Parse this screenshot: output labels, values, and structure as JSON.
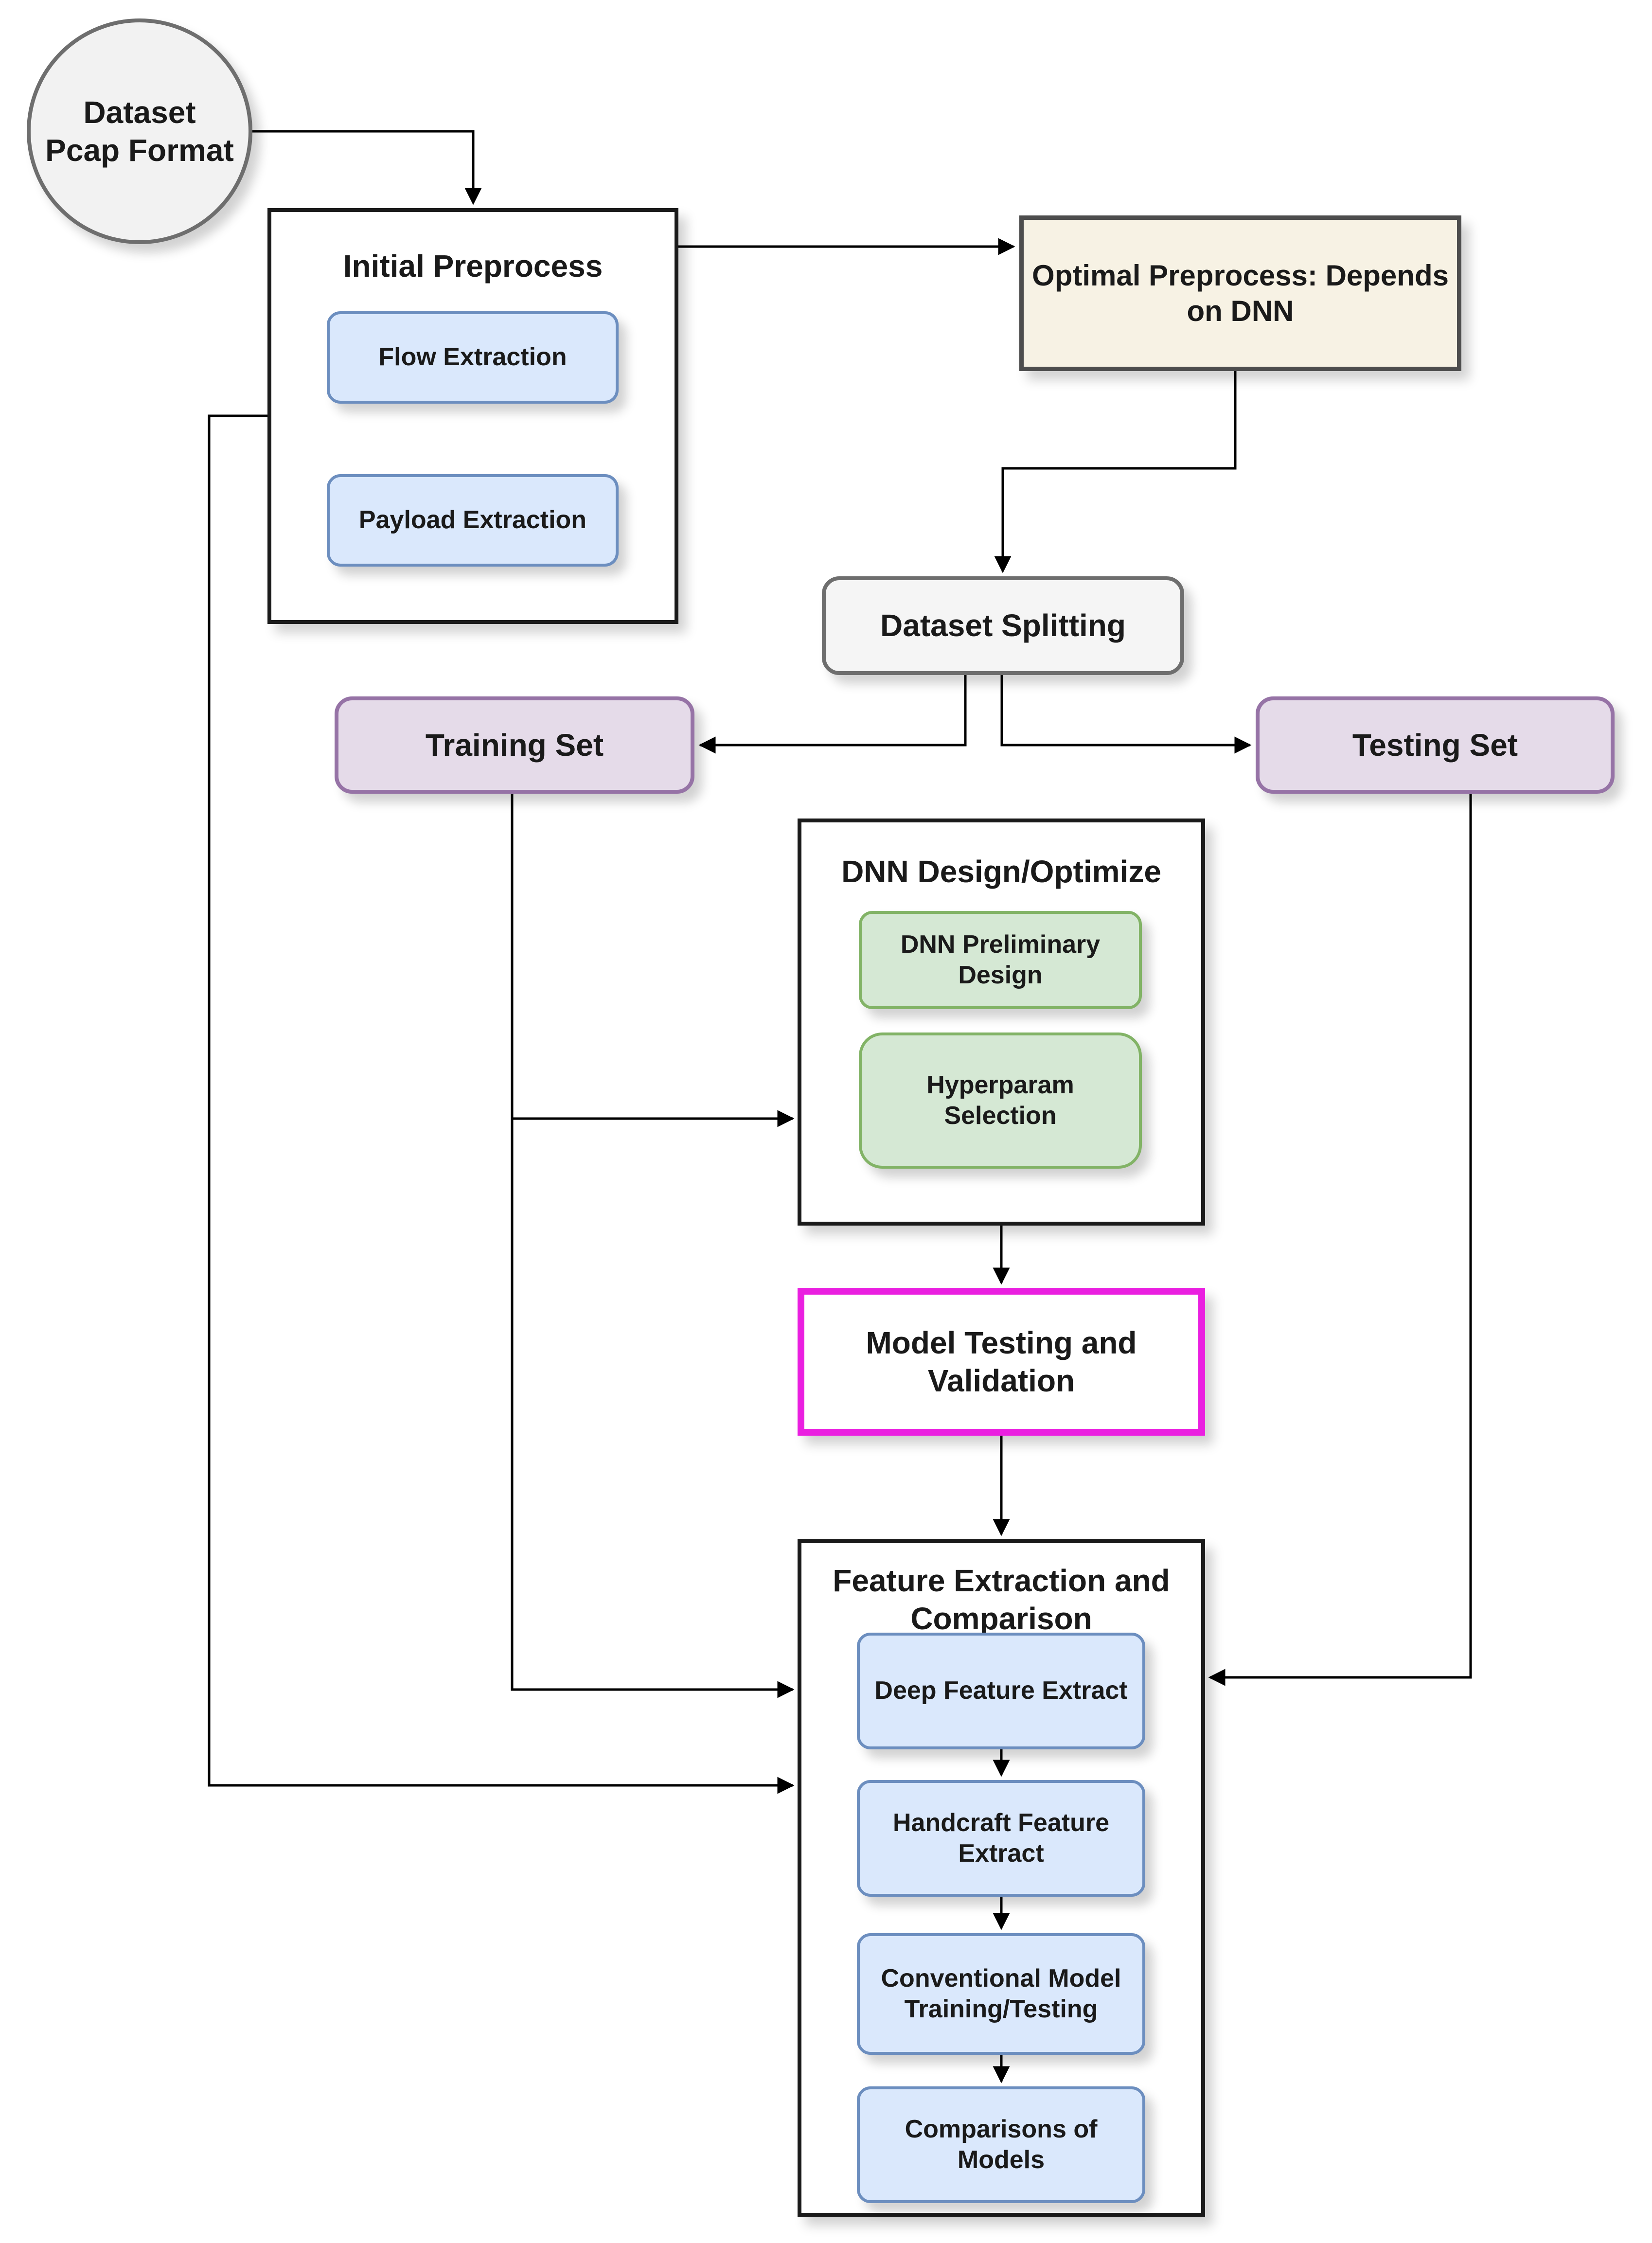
{
  "diagram_title": "DNN traffic-classification workflow flowchart",
  "colors": {
    "edge": "#000000",
    "text": "#1a1a1a",
    "node-border-dark": "#1a1a1a",
    "gray-border": "#6e6e6e",
    "gray-fill": "#f2f2f2",
    "light-gray-fill": "#f5f5f5",
    "blue-fill": "#dae8fc",
    "blue-border": "#6c8ebf",
    "green-fill": "#d5e8d4",
    "green-border": "#82b366",
    "purple-fill": "#e5dbe9",
    "purple-border": "#9673a6",
    "cream-fill": "#f7f2e4",
    "cream-border": "#4d4d4d",
    "magenta-border": "#ea1fe0"
  },
  "nodes": {
    "dataset_pcap": {
      "label": "Dataset Pcap Format"
    },
    "initial_preprocess": {
      "title": "Initial  Preprocess"
    },
    "flow_extraction": {
      "label": "Flow Extraction"
    },
    "payload_extraction": {
      "label": "Payload Extraction"
    },
    "optimal_preprocess": {
      "lines": [
        "Optimal Preprocess: Depends",
        "on DNN"
      ]
    },
    "dataset_splitting": {
      "label": "Dataset Splitting"
    },
    "training_set": {
      "label": "Training Set"
    },
    "testing_set": {
      "label": "Testing Set"
    },
    "dnn_design": {
      "title": "DNN Design/Optimize"
    },
    "dnn_preliminary": {
      "label": "DNN Preliminary Design"
    },
    "hyperparam": {
      "label": "Hyperparam Selection"
    },
    "model_testing": {
      "label": "Model Testing and Validation"
    },
    "feature_extraction": {
      "title": "Feature Extraction and Comparison"
    },
    "deep_feature": {
      "label": "Deep Feature Extract"
    },
    "handcraft_feature": {
      "label": "Handcraft Feature Extract"
    },
    "conventional_model": {
      "label": "Conventional Model Training/Testing"
    },
    "comparisons": {
      "label": "Comparisons of Models"
    }
  }
}
